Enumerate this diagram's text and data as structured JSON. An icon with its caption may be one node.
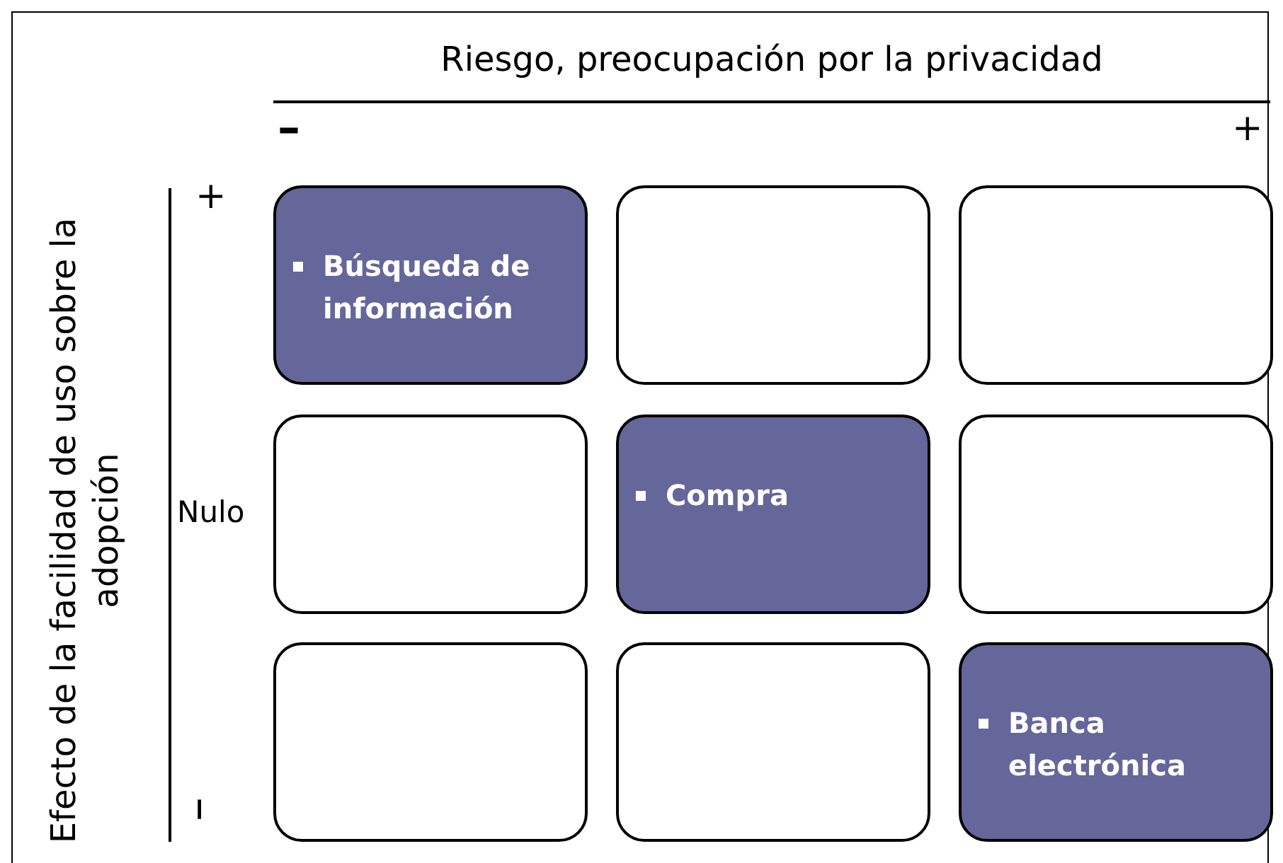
{
  "diagram": {
    "nodes": [
      {
        "text": [
          "Búsqueda de información"
        ]
      },
      {
        "text": [],
        "shape": "box"
      },
      {
        "text": [],
        "shape": "box"
      },
      {
        "text": [],
        "shape": "box"
      },
      {
        "text": [
          "Compra"
        ]
      },
      {
        "text": [],
        "shape": "box"
      },
      {
        "text": [],
        "shape": "box"
      },
      {
        "text": [],
        "shape": "box"
      },
      {
        "text": [
          "Banca electrónica"
        ]
      }
    ],
    "labels": [
      "Riesgo, preocupación por la privacidad",
      "–",
      "+",
      "Efecto de la facilidad de uso sobre la adopción",
      "+",
      "Nulo",
      "–"
    ]
  }
}
